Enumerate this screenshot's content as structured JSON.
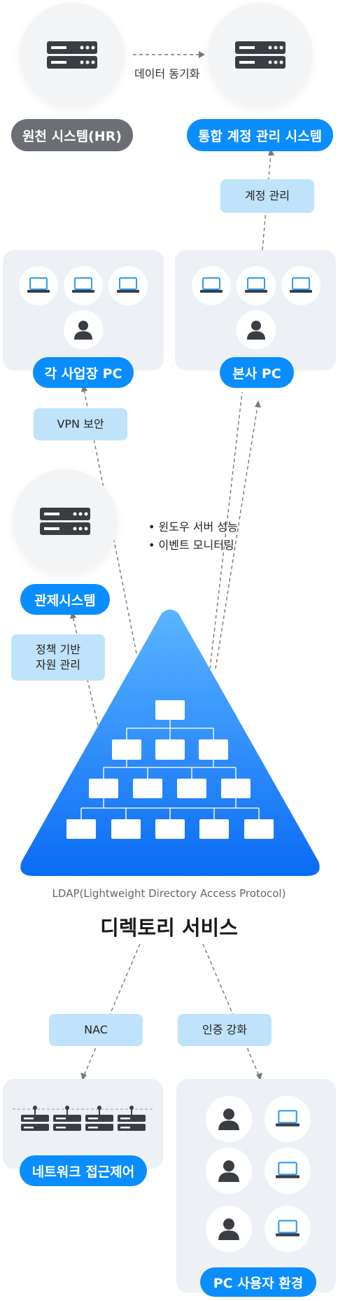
{
  "top": {
    "sync_label": "데이터 동기화",
    "source_system": "원천 시스템(HR)",
    "integrated_system": "통합 계정 관리 시스템",
    "account_mgmt": "계정 관리"
  },
  "branch": {
    "label": "각 사업장 PC"
  },
  "hq": {
    "label": "본사 PC"
  },
  "vpn": {
    "label": "VPN 보안"
  },
  "control": {
    "label": "관제시스템",
    "policy_line1": "정책 기반",
    "policy_line2": "자원 관리",
    "bullets": [
      "윈도우 서버 성능",
      "이벤트 모니터링"
    ]
  },
  "directory": {
    "protocol": "LDAP(Lightweight Directory Access Protocol)",
    "title": "디렉토리 서비스"
  },
  "bottom": {
    "nac": "NAC",
    "auth": "인증 강화",
    "network": "네트워크 접근제어",
    "pc_env": "PC 사용자 환경"
  },
  "colors": {
    "accent": "#0a8dff",
    "gray_pill": "#6b6f74",
    "tag": "#bfe3fb",
    "panel": "#edf1f6",
    "triangle_top": "#5bb4ff",
    "triangle_bottom": "#0a6cf5"
  },
  "icons": [
    "server-icon",
    "laptop-icon",
    "user-icon",
    "network-switch-icon"
  ]
}
